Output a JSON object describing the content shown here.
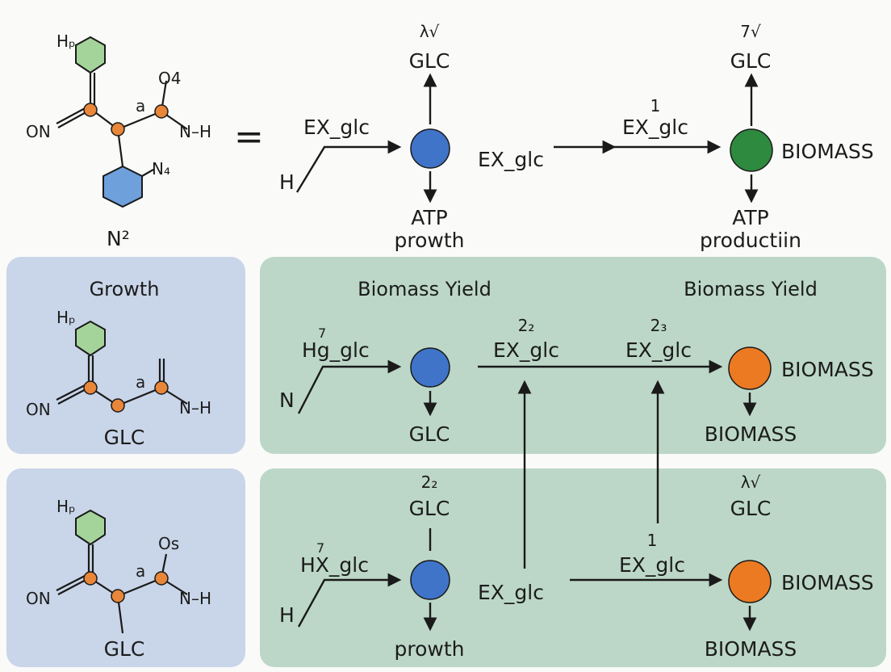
{
  "colors": {
    "page_bg": "#fafaf9",
    "left_panel": "#c9d5e8",
    "right_panel": "#bcd7c7",
    "node_blue": "#3f74c8",
    "node_green": "#2e8a3e",
    "node_orange": "#ec7a22",
    "atom_orange": "#e8863a",
    "ring_green": "#a5d49a",
    "ring_blue": "#6ea0dc",
    "ink": "#1a1a1a"
  },
  "molecule_top": {
    "ring_label": "Hₚ",
    "left_group": "ON",
    "right_top": "O4",
    "bond_label": "a",
    "right_group": "N–H",
    "ring2_label": "N₄",
    "bottom_label": "N²"
  },
  "equals_sign": "=",
  "top": {
    "node1": {
      "top_symbol": "λ√",
      "top_metabolite": "GLC",
      "input_label": "EX_glc",
      "lower_left": "H",
      "bottom_line1": "ATP",
      "bottom_line2": "prowth"
    },
    "middle_label": "EX_glc",
    "node2": {
      "top_symbol": "7√",
      "top_metabolite": "GLC",
      "edge_number": "1",
      "input_label": "EX_glc",
      "right_label": "BIOMASS",
      "bottom_line1": "ATP",
      "bottom_line2": "productiin"
    }
  },
  "middle_left_panel": {
    "title": "Growth",
    "ring_label": "Hₚ",
    "left_group": "ON",
    "bond_label": "a",
    "top_mark": "=",
    "right_group": "N–H",
    "bottom_label": "GLC"
  },
  "middle_right_panel": {
    "title_left": "Biomass Yield",
    "title_right": "Biomass Yield",
    "input_superscript": "7",
    "input_label": "Hg_glc",
    "lower_left": "N",
    "node1_bottom": "GLC",
    "edge2_number": "2₂",
    "edge2_label": "EX_glc",
    "edge3_number": "2₃",
    "edge3_label": "EX_glc",
    "right_label": "BIOMASS",
    "node2_bottom": "BIOMASS"
  },
  "bottom_left_panel": {
    "ring_label": "Hₚ",
    "top_right": "Os",
    "left_group": "ON",
    "bond_label": "a",
    "right_group": "N–H",
    "bottom_label": "GLC"
  },
  "bottom_right_panel": {
    "top_number": "2₂",
    "top_metabolite": "GLC",
    "input_superscript": "7",
    "input_label": "HX_glc",
    "lower_left": "H",
    "center_label": "EX_glc",
    "bottom_label": "prowth",
    "right_top_symbol": "λ√",
    "right_top_metabolite": "GLC",
    "edge_number": "1",
    "edge_label": "EX_glc",
    "right_label": "BIOMASS",
    "right_bottom": "BIOMASS"
  }
}
